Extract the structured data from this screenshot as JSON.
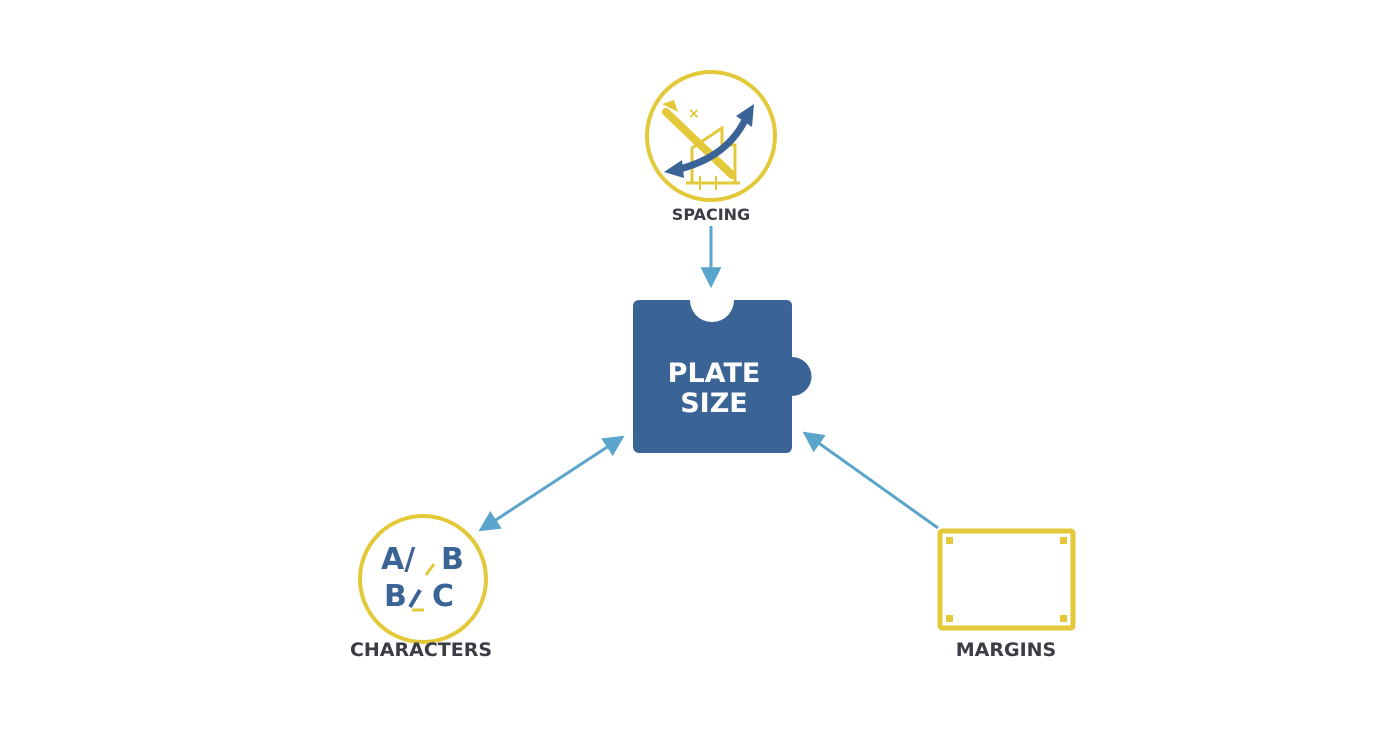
{
  "colors": {
    "background": "#ffffff",
    "blue": "#3b6496",
    "yellow": "#e3c93a",
    "arrow": "#5ba4cc",
    "label": "#3a3d44",
    "white": "#ffffff"
  },
  "center": {
    "label_line1": "PLATE",
    "label_line2": "SIZE",
    "icon": "puzzle-piece-icon"
  },
  "nodes": {
    "spacing": {
      "label": "SPACING",
      "icon": "spacing-tool-icon"
    },
    "characters": {
      "label": "CHARACTERS",
      "icon": "characters-icon",
      "glyph_row1": "A/↗B",
      "glyph_row2": "B/C"
    },
    "margins": {
      "label": "MARGINS",
      "icon": "margins-frame-icon"
    }
  },
  "edges": [
    {
      "from": "spacing",
      "to": "center",
      "style": "single-arrow"
    },
    {
      "from": "center",
      "to": "characters",
      "style": "double-arrow"
    },
    {
      "from": "margins",
      "to": "center",
      "style": "single-arrow"
    }
  ]
}
